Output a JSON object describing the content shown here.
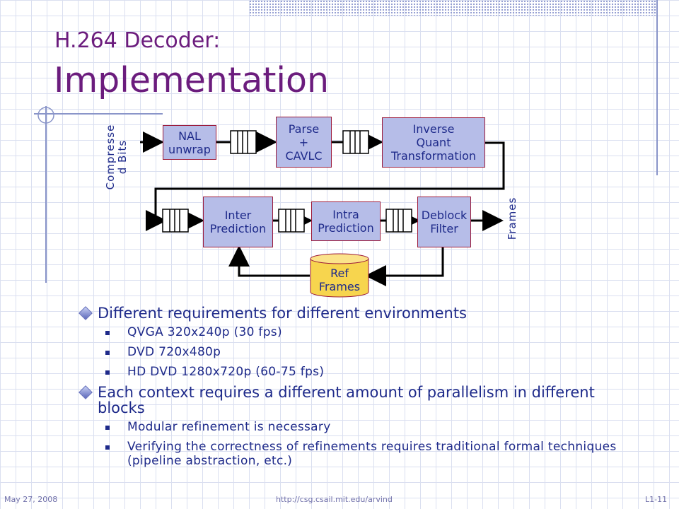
{
  "slide": {
    "title_line1": "H.264 Decoder:",
    "title_line2": "Implementation"
  },
  "diagram": {
    "input_label": "Compresse\nd Bits",
    "output_label": "Frames",
    "blocks": {
      "nal": "NAL\nunwrap",
      "parse": "Parse\n+\nCAVLC",
      "iqt": "Inverse\nQuant\nTransformation",
      "inter": "Inter\nPrediction",
      "intra": "Intra\nPrediction",
      "deblock": "Deblock\nFilter",
      "ref": "Ref\nFrames"
    }
  },
  "bullets": [
    {
      "text": "Different requirements for different environments",
      "sub": [
        "QVGA 320x240p (30 fps)",
        "DVD 720x480p",
        "HD DVD 1280x720p (60-75 fps)"
      ]
    },
    {
      "text": "Each context requires a different amount of parallelism in different blocks",
      "sub": [
        "Modular refinement is necessary",
        "Verifying the correctness of refinements requires traditional formal techniques (pipeline abstraction, etc.)"
      ]
    }
  ],
  "footer": {
    "date": "May 27, 2008",
    "url": "http://csg.csail.mit.edu/arvind",
    "page": "L1-11"
  },
  "colors": {
    "title": "#6b1c7d",
    "text": "#1e2a8a",
    "block_fill": "#b6bde8",
    "block_border": "#9c1a3a",
    "ref_fill": "#f7d54e"
  }
}
